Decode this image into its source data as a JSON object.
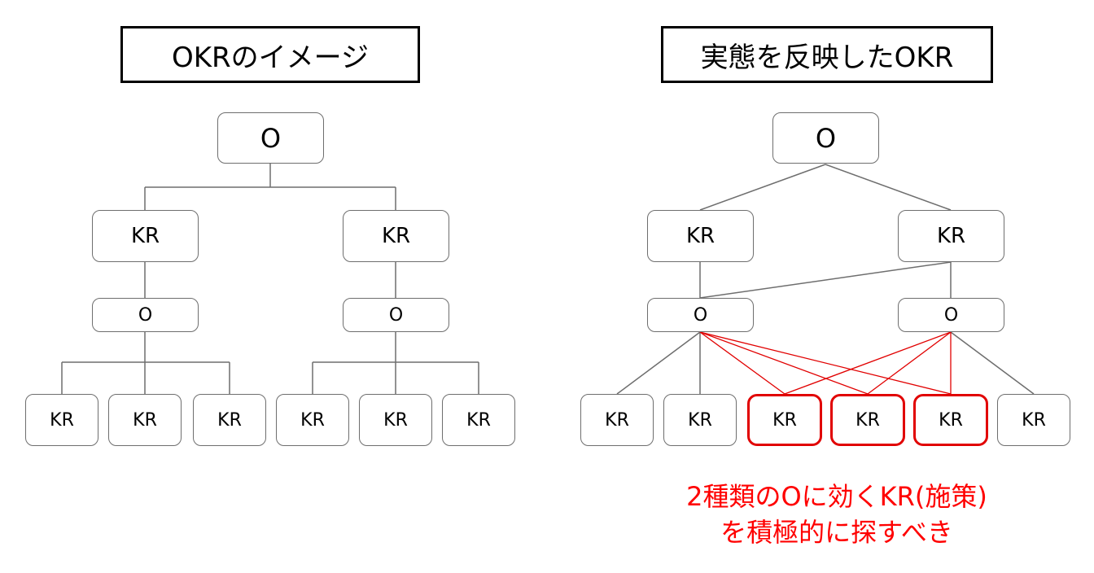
{
  "left_panel": {
    "title": "OKRのイメージ",
    "top_node": "O",
    "kr_nodes": [
      "KR",
      "KR"
    ],
    "sub_o_nodes": [
      "O",
      "O"
    ],
    "leaf_nodes": [
      "KR",
      "KR",
      "KR",
      "KR",
      "KR",
      "KR"
    ]
  },
  "right_panel": {
    "title": "実態を反映したOKR",
    "top_node": "O",
    "kr_nodes": [
      "KR",
      "KR"
    ],
    "sub_o_nodes": [
      "O",
      "O"
    ],
    "leaf_nodes": [
      "KR",
      "KR",
      "KR",
      "KR",
      "KR",
      "KR"
    ],
    "caption_line1": "2種類のOに効くKR(施策)",
    "caption_line2": "を積極的に探すべき"
  },
  "colors": {
    "box_border": "#6e6e6e",
    "line": "#6e6e6e",
    "highlight": "#e10000",
    "caption": "#ff0000"
  }
}
